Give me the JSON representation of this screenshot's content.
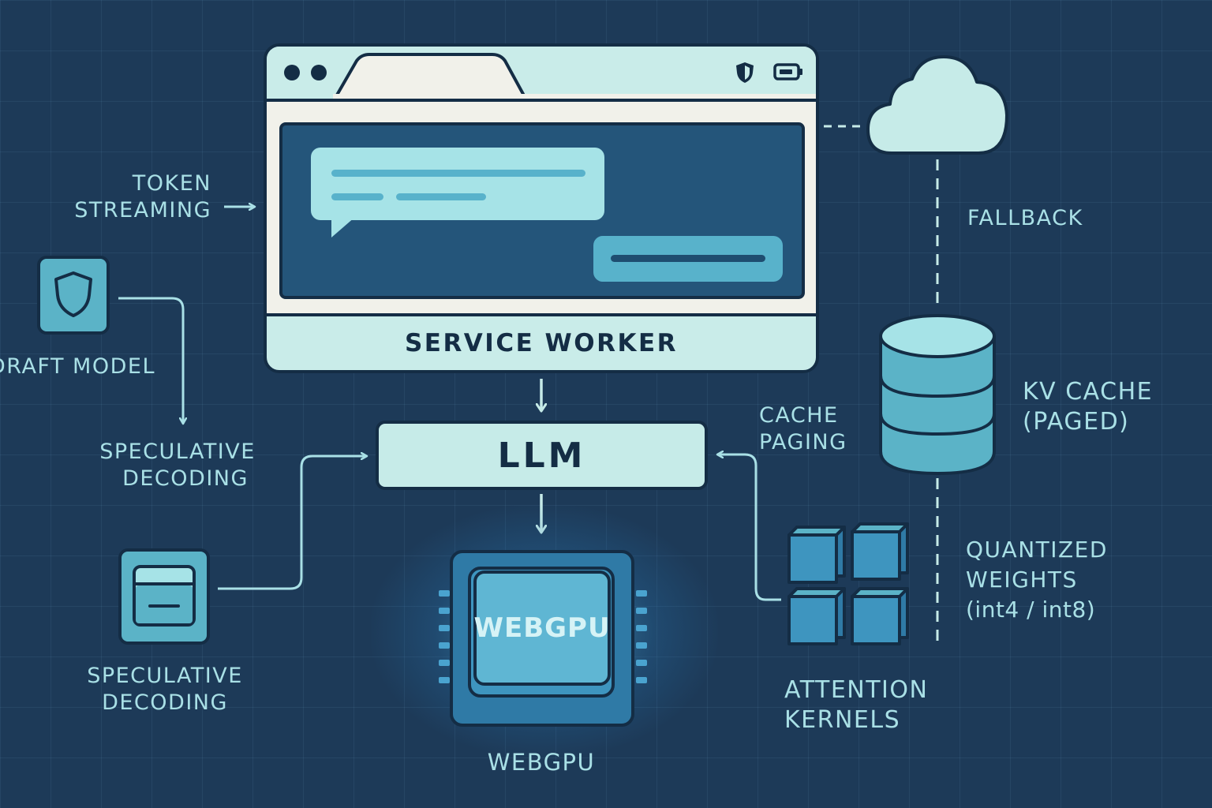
{
  "labels": {
    "token_streaming": [
      "TOKEN",
      "STREAMING"
    ],
    "draft_model": "DRAFT MODEL",
    "speculative_decoding_top": [
      "SPECULATIVE",
      "DECODING"
    ],
    "speculative_decoding_bottom": [
      "SPECULATIVE",
      "DECODING"
    ],
    "service_worker": "SERVICE WORKER",
    "llm": "LLM",
    "cache_paging": [
      "CACHE",
      "PAGING"
    ],
    "fallback": "FALLBACK",
    "kv_cache": [
      "KV CACHE",
      "(PAGED)"
    ],
    "quantized_weights": [
      "QUANTIZED",
      "WEIGHTS",
      "(int4 / int8)"
    ],
    "attention_kernels": [
      "ATTENTION",
      "KERNELS"
    ],
    "webgpu_chip": "WEBGPU",
    "webgpu_caption": "WEBGPU"
  },
  "colors": {
    "background": "#1d3a58",
    "ink": "#142d45",
    "accent_light": "#c6ebe8",
    "accent_mid": "#5bb3c7",
    "label_text": "#a9e0e6"
  },
  "icons": {
    "shield": "shield-icon",
    "battery": "battery-icon",
    "cloud": "cloud-icon",
    "database": "database-icon",
    "cubes": "cubes-icon",
    "panel": "panel-icon"
  }
}
